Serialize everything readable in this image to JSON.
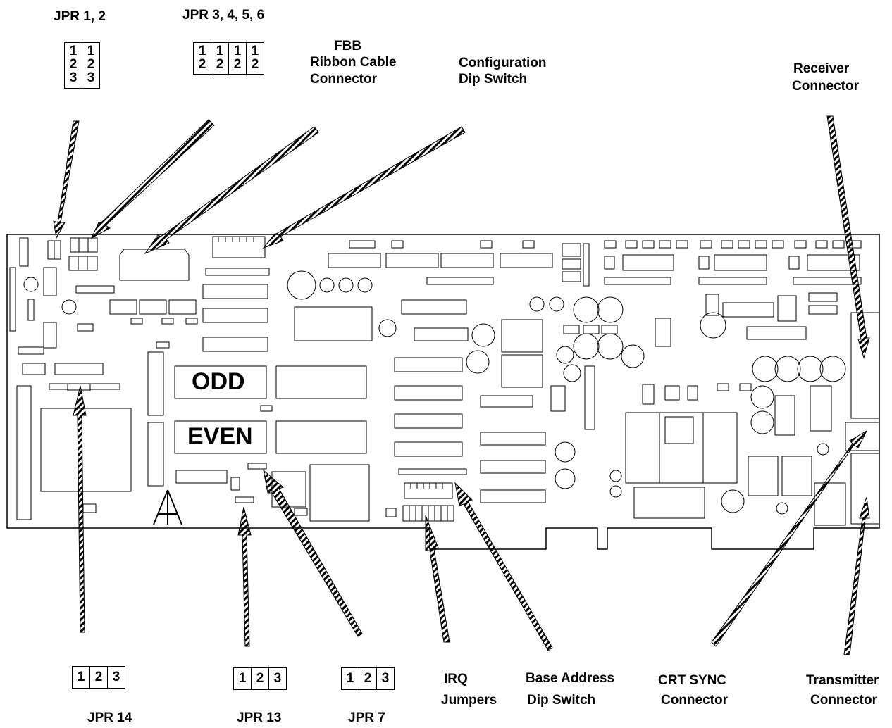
{
  "top_labels": {
    "jpr12": "JPR   1, 2",
    "jpr3456": "JPR 3, 4, 5, 6",
    "fbb_line1": "FBB",
    "fbb_line2": "Ribbon Cable",
    "fbb_line3": "Connector",
    "config_line1": "Configuration",
    "config_line2": "Dip Switch",
    "receiver_line1": "Receiver",
    "receiver_line2": "Connector"
  },
  "jpr12_grid": [
    [
      "1",
      "2",
      "3"
    ],
    [
      "1",
      "2",
      "3"
    ]
  ],
  "jpr3456_grid": [
    [
      "1",
      "2"
    ],
    [
      "1",
      "2"
    ],
    [
      "1",
      "2"
    ],
    [
      "1",
      "2"
    ]
  ],
  "board_labels": {
    "odd": "ODD",
    "even": "EVEN"
  },
  "bottom_jumpers": {
    "jpr14": [
      "1",
      "2",
      "3"
    ],
    "jpr13": [
      "1",
      "2",
      "3"
    ],
    "jpr7": [
      "1",
      "2",
      "3"
    ]
  },
  "bottom_labels": {
    "jpr14": "JPR  14",
    "jpr13": "JPR  13",
    "jpr7": "JPR  7",
    "irq_line1": "IRQ",
    "irq_line2": "Jumpers",
    "base_line1": "Base Address",
    "base_line2": "Dip Switch",
    "crt_line1": "CRT  SYNC",
    "crt_line2": "Connector",
    "tx_line1": "Transmitter",
    "tx_line2": "Connector"
  }
}
